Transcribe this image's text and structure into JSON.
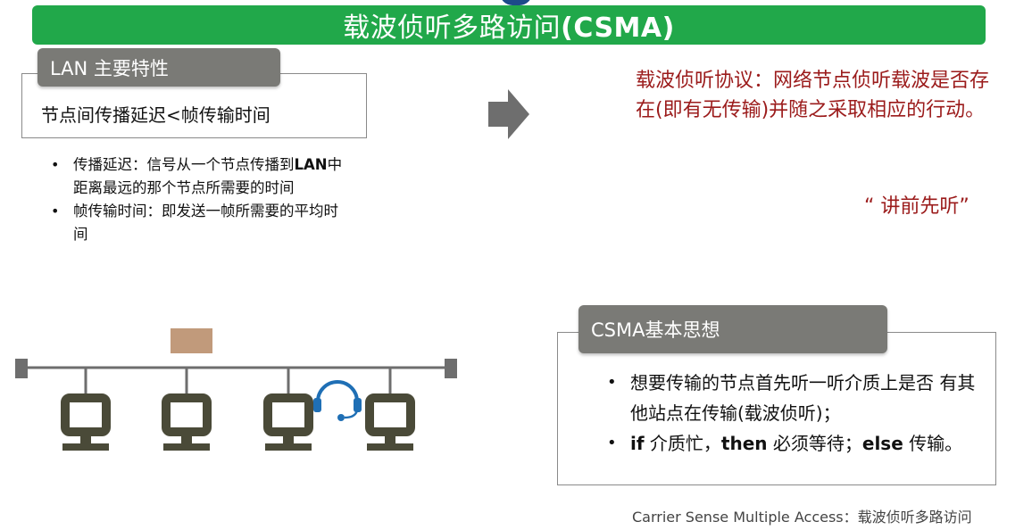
{
  "title": {
    "prefix": "载波侦听多路访问",
    "bold": "(CSMA)"
  },
  "lan_section": {
    "tab_label": "LAN 主要特性",
    "box_text": "节点间传播延迟<帧传输时间",
    "bullets": [
      {
        "pre": "传播延迟：信号从一个节点传播到",
        "bold": "LAN",
        "post": "中距离最远的那个节点所需要的时间"
      },
      {
        "pre": "帧传输时间：即发送一帧所需要的平均时间",
        "bold": "",
        "post": ""
      }
    ]
  },
  "definition": "载波侦听协议：网络节点侦听载波是否存在(即有无传输)并随之采取相应的行动。",
  "quote": "“ 讲前先听”",
  "csma_section": {
    "tab_label": "CSMA基本思想",
    "bullet1": "想要传输的节点首先听一听介质上是否 有其他站点在传输(载波侦听)；",
    "bullet2": {
      "if": "if",
      "t1": " 介质忙，",
      "then": "then",
      "t2": " 必须等待；",
      "else": "else",
      "t3": " 传输。"
    }
  },
  "footer": "Carrier Sense Multiple Access：载波侦听多路访问",
  "colors": {
    "banner": "#21a84a",
    "tab": "#7a7a76",
    "red_text": "#9b1b1b",
    "computer": "#4a4a38",
    "headset": "#1f6fb5",
    "packet": "#c19a7b"
  },
  "icons": [
    "arrow-right-icon",
    "computer-icon",
    "headset-icon"
  ]
}
